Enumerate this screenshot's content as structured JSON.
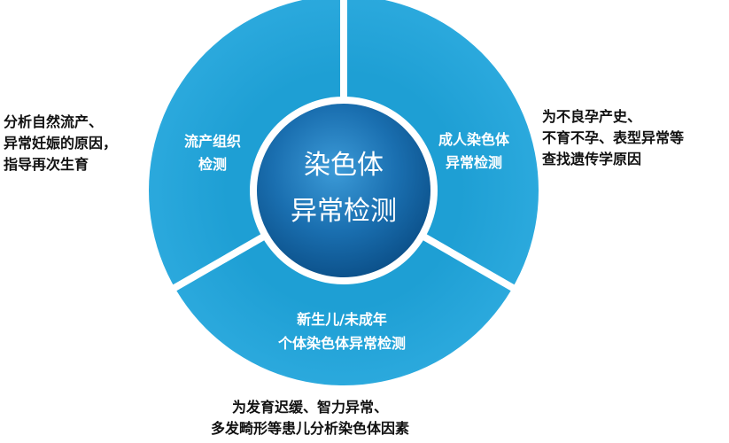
{
  "center": {
    "line1": "染色体",
    "line2": "异常检测"
  },
  "segments": {
    "miscarriage": {
      "line1": "流产组织",
      "line2": "检测"
    },
    "adult": {
      "line1": "成人染色体",
      "line2": "异常检测"
    },
    "newborn": {
      "line1": "新生儿/未成年",
      "line2": "个体染色体异常检测"
    }
  },
  "notes": {
    "left": [
      "分析自然流产、",
      "异常妊娠的原因，",
      "指导再次生育"
    ],
    "right": [
      "为不良孕产史、",
      "不育不孕、表型异常等",
      "查找遗传学原因"
    ],
    "bottom": [
      "为发育迟缓、智力异常、",
      "多发畸形等患儿分析染色体因素"
    ]
  },
  "colors": {
    "ring": "#1E9FD4",
    "ring_light": "#4DBDE8",
    "center_dark": "#0B4F88",
    "center_light": "#2B8FD0",
    "separator": "#ffffff",
    "text_dark": "#111111"
  }
}
